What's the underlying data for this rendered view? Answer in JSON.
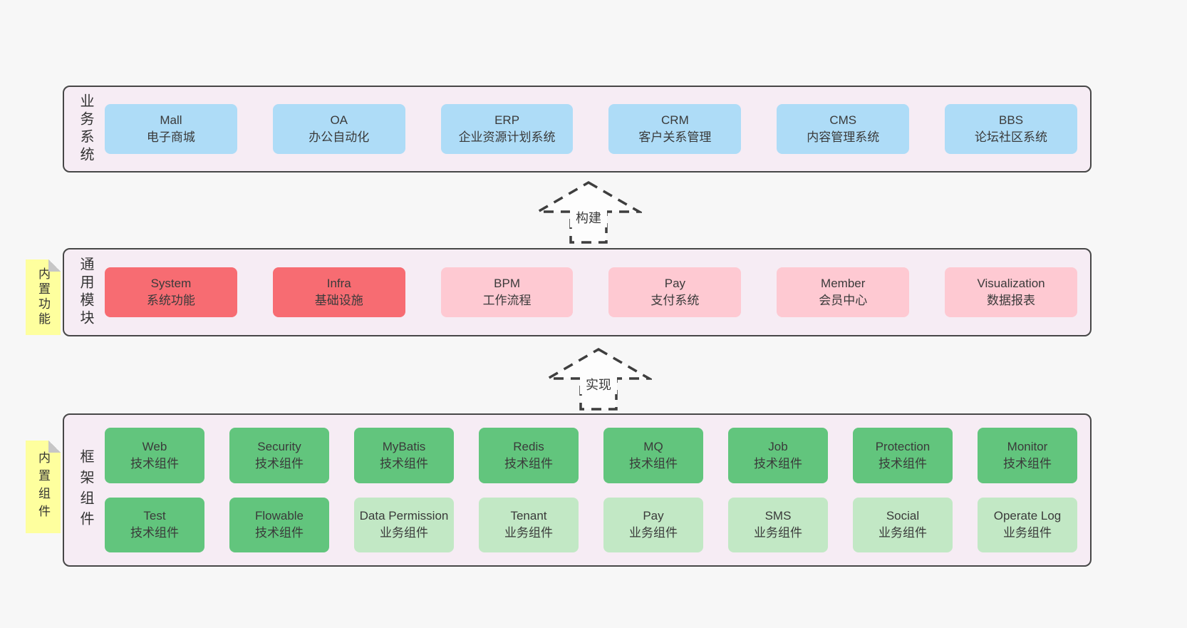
{
  "colors": {
    "blue": "#aedcf7",
    "red": "#f76c72",
    "pink": "#fec9d2",
    "green": "#62c57d",
    "lightgreen": "#c2e8c5",
    "layer_bg": "#f6ecf4",
    "note_yellow": "#feff9e",
    "page_bg": "#f7f7f7"
  },
  "arrows": [
    {
      "label": "构建"
    },
    {
      "label": "实现"
    }
  ],
  "layers": [
    {
      "id": "business",
      "label": "业务系统",
      "note": null,
      "rows": [
        [
          {
            "name": "Mall",
            "desc": "电子商城",
            "color": "blue"
          },
          {
            "name": "OA",
            "desc": "办公自动化",
            "color": "blue"
          },
          {
            "name": "ERP",
            "desc": "企业资源计划系统",
            "color": "blue"
          },
          {
            "name": "CRM",
            "desc": "客户关系管理",
            "color": "blue"
          },
          {
            "name": "CMS",
            "desc": "内容管理系统",
            "color": "blue"
          },
          {
            "name": "BBS",
            "desc": "论坛社区系统",
            "color": "blue"
          }
        ]
      ]
    },
    {
      "id": "modules",
      "label": "通用模块",
      "note": "内置功能",
      "rows": [
        [
          {
            "name": "System",
            "desc": "系统功能",
            "color": "red"
          },
          {
            "name": "Infra",
            "desc": "基础设施",
            "color": "red"
          },
          {
            "name": "BPM",
            "desc": "工作流程",
            "color": "pink"
          },
          {
            "name": "Pay",
            "desc": "支付系统",
            "color": "pink"
          },
          {
            "name": "Member",
            "desc": "会员中心",
            "color": "pink"
          },
          {
            "name": "Visualization",
            "desc": "数据报表",
            "color": "pink"
          }
        ]
      ]
    },
    {
      "id": "components",
      "label": "框架组件",
      "note": "内置组件",
      "rows": [
        [
          {
            "name": "Web",
            "desc": "技术组件",
            "color": "green"
          },
          {
            "name": "Security",
            "desc": "技术组件",
            "color": "green"
          },
          {
            "name": "MyBatis",
            "desc": "技术组件",
            "color": "green"
          },
          {
            "name": "Redis",
            "desc": "技术组件",
            "color": "green"
          },
          {
            "name": "MQ",
            "desc": "技术组件",
            "color": "green"
          },
          {
            "name": "Job",
            "desc": "技术组件",
            "color": "green"
          },
          {
            "name": "Protection",
            "desc": "技术组件",
            "color": "green"
          },
          {
            "name": "Monitor",
            "desc": "技术组件",
            "color": "green"
          }
        ],
        [
          {
            "name": "Test",
            "desc": "技术组件",
            "color": "green"
          },
          {
            "name": "Flowable",
            "desc": "技术组件",
            "color": "green"
          },
          {
            "name": "Data Permission",
            "desc": "业务组件",
            "color": "lightgreen"
          },
          {
            "name": "Tenant",
            "desc": "业务组件",
            "color": "lightgreen"
          },
          {
            "name": "Pay",
            "desc": "业务组件",
            "color": "lightgreen"
          },
          {
            "name": "SMS",
            "desc": "业务组件",
            "color": "lightgreen"
          },
          {
            "name": "Social",
            "desc": "业务组件",
            "color": "lightgreen"
          },
          {
            "name": "Operate Log",
            "desc": "业务组件",
            "color": "lightgreen"
          }
        ]
      ]
    }
  ]
}
